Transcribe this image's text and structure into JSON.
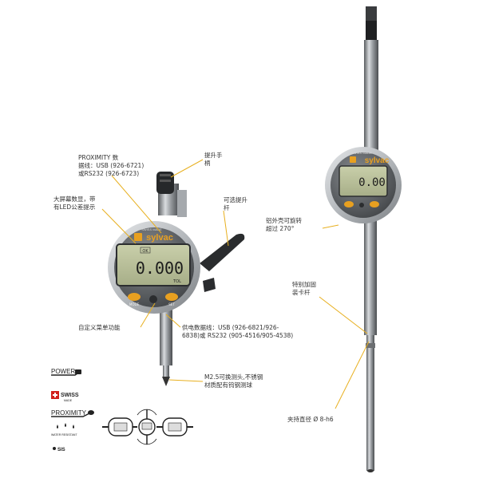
{
  "brand": {
    "name": "sylvac",
    "made": "SWISS MADE"
  },
  "gauge_left": {
    "reading": "0.000",
    "ok_indicator": "OK",
    "tol_label": "TOL",
    "button_left_label": "MODE",
    "button_right_label": "SET"
  },
  "gauge_right": {
    "reading": "0.00"
  },
  "callouts": {
    "proximity_data": [
      "PROXIMITY 数",
      "据线：USB (926-6721)",
      "或RS232 (926-6723)"
    ],
    "lift_handle": [
      "提升手",
      "柄"
    ],
    "big_screen": [
      "大屏幕数显，带",
      "有LED公差提示"
    ],
    "optional_lift_lever": [
      "可选提升",
      "杆"
    ],
    "aluminum_case": [
      "铝外壳可旋转",
      "超过 270°"
    ],
    "custom_menu": "自定义菜单功能",
    "power_cable": [
      "供电数据线：USB (926-6821/926-",
      "6838)或 RS232 (905-4516/905-4538)"
    ],
    "probe": [
      "M2.5可换测头,不锈钢",
      "材质配有钨钢测球"
    ],
    "reinforced_rod": [
      "特别加固",
      "装卡杆"
    ],
    "clamping_diameter": "夹持直径 Ø 8-h6"
  },
  "feature_logos": {
    "power": "POWER",
    "swiss": "SWISS",
    "swiss_made": "MADE",
    "proximity": "PROXIMITY",
    "water_resistant": "WATER RESISTANT",
    "sis": "SIS"
  },
  "colors": {
    "brand_orange": "#e8a020",
    "lcd_bg": "#b9c19a",
    "bezel": "#bfc3c6",
    "callout_line": "#e8b020"
  }
}
